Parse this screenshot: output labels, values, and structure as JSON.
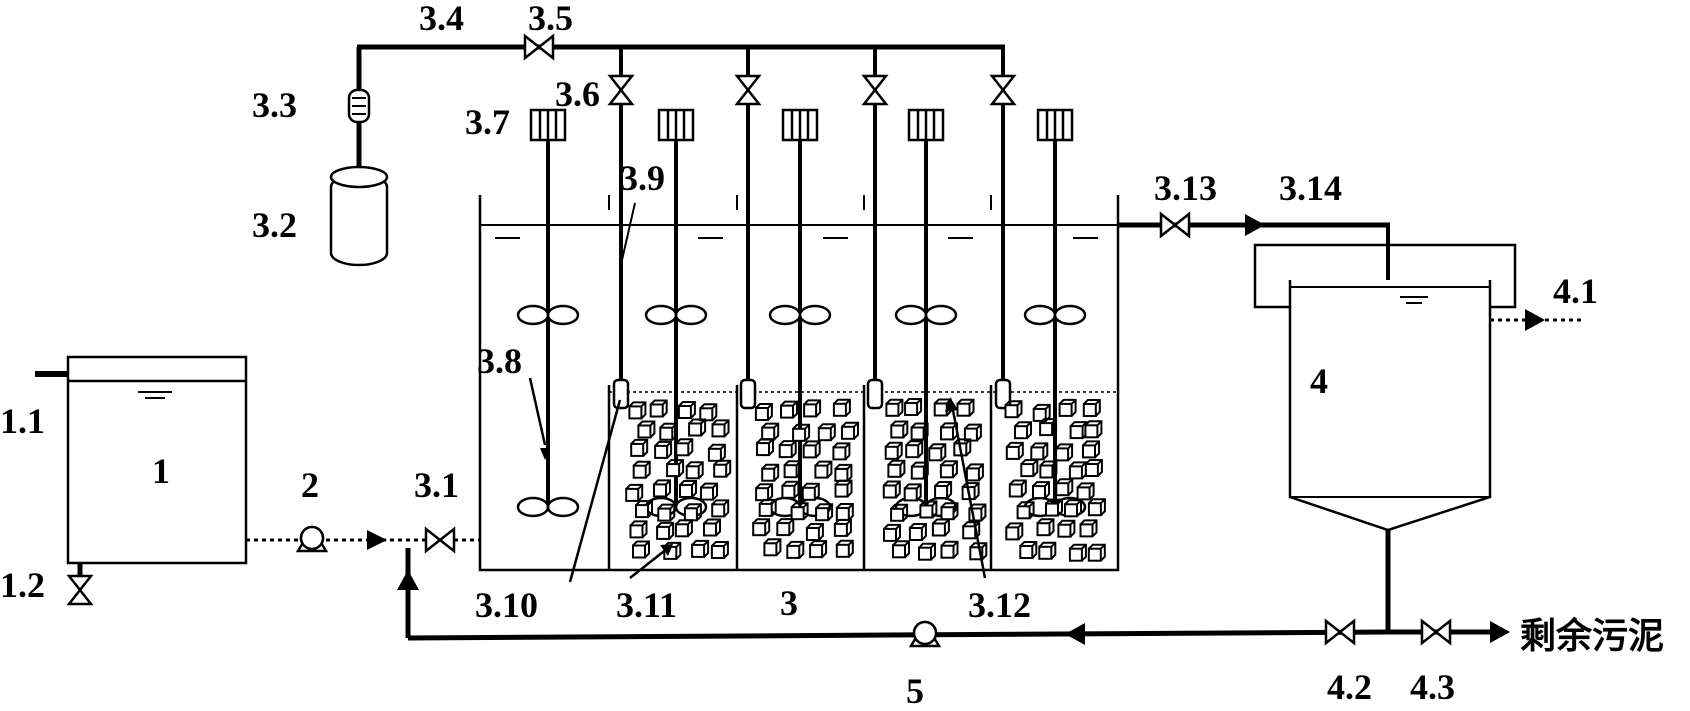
{
  "labels": {
    "tank1": "1",
    "inlet_pipe": "1.1",
    "drain_valve": "1.2",
    "pump2": "2",
    "inlet_valve": "3.1",
    "air_source": "3.2",
    "flowmeter": "3.3",
    "air_main": "3.4",
    "air_main_valve": "3.5",
    "branch_valve": "3.6",
    "motor": "3.7",
    "stirrer": "3.8",
    "air_tube": "3.9",
    "diffuser": "3.10",
    "carrier": "3.11",
    "screen": "3.12",
    "outlet_valve": "3.13",
    "outlet_pipe": "3.14",
    "reactor": "3",
    "settler": "4",
    "effluent": "4.1",
    "sludge_return_valve": "4.2",
    "sludge_waste_valve": "4.3",
    "pump5": "5",
    "excess_sludge": "剩余污泥"
  },
  "colors": {
    "line": "#000000",
    "background": "#ffffff"
  }
}
